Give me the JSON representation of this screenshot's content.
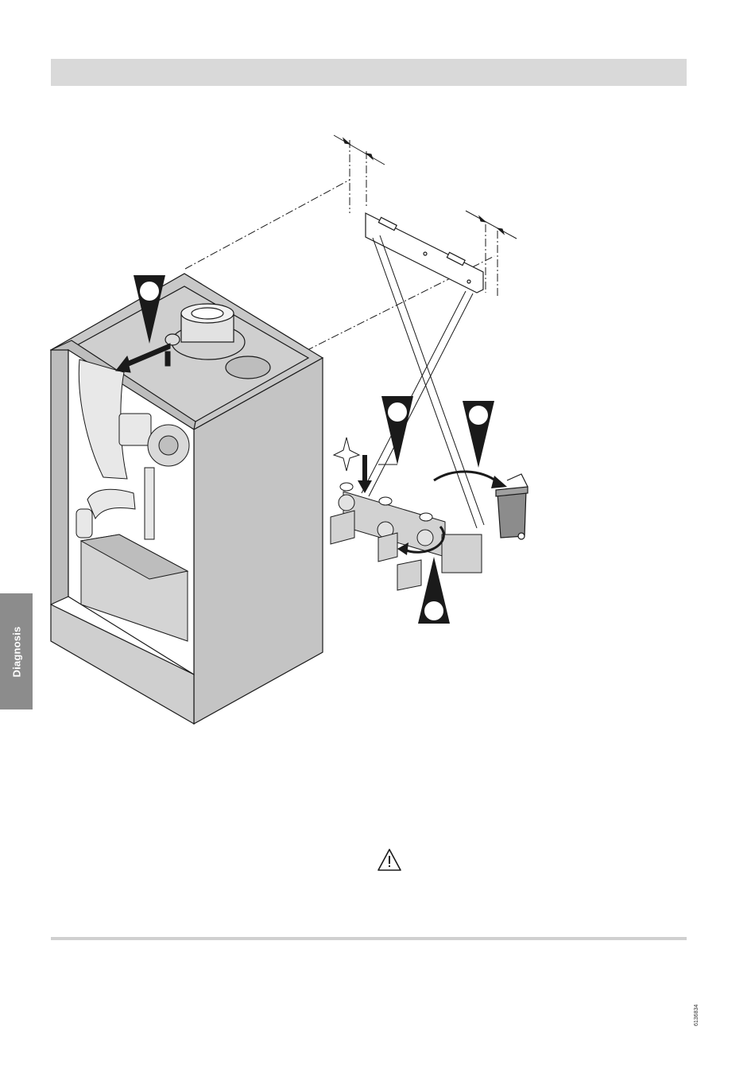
{
  "page": {
    "side_tab_label": "Diagnosis",
    "document_number": "6136834"
  },
  "illustration": {
    "callout_markers": [
      {
        "id": "top-left-callout"
      },
      {
        "id": "middle-callout"
      },
      {
        "id": "right-callout"
      },
      {
        "id": "bottom-callout"
      }
    ],
    "icons": [
      "warning-icon",
      "waste-bin-icon",
      "star-spark-icon"
    ]
  },
  "colors": {
    "header_bar": "#d9d9d9",
    "side_tab": "#8c8c8c",
    "boiler_panel": "#c8c8c8",
    "line": "#1a1a1a",
    "callout_fill": "#1a1a1a"
  }
}
